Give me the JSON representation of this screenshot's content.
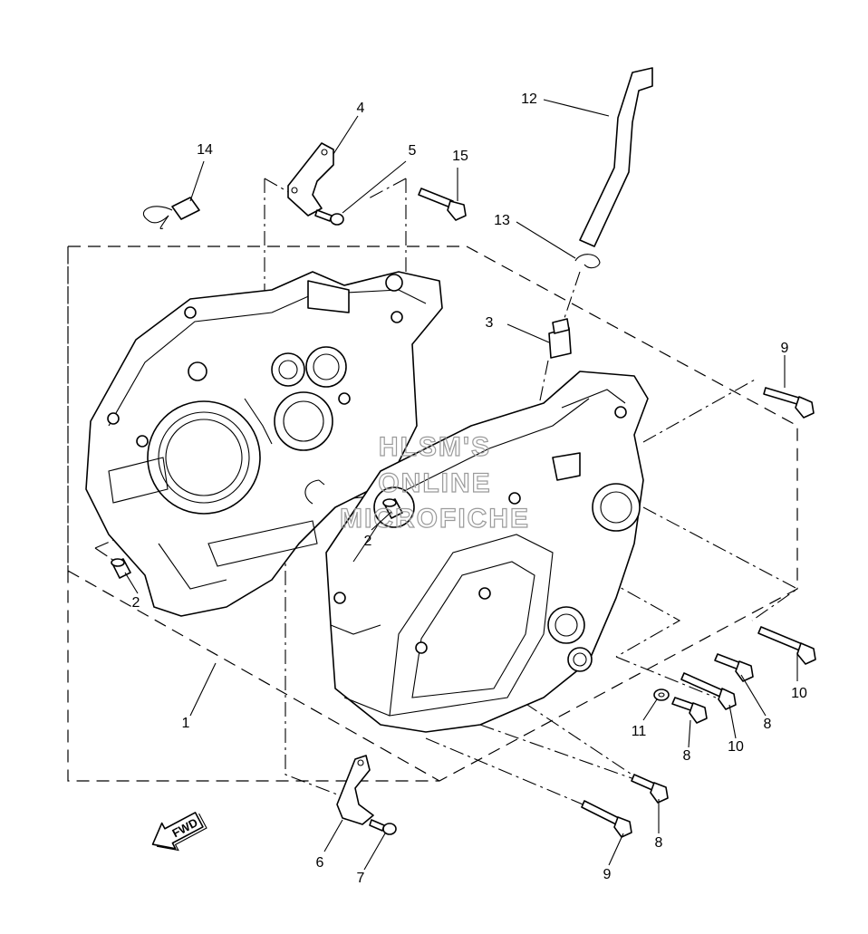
{
  "diagram": {
    "callouts": [
      {
        "id": "c1",
        "text": "1"
      },
      {
        "id": "c2a",
        "text": "2"
      },
      {
        "id": "c2b",
        "text": "2"
      },
      {
        "id": "c3",
        "text": "3"
      },
      {
        "id": "c4",
        "text": "4"
      },
      {
        "id": "c5",
        "text": "5"
      },
      {
        "id": "c6",
        "text": "6"
      },
      {
        "id": "c7",
        "text": "7"
      },
      {
        "id": "c8a",
        "text": "8"
      },
      {
        "id": "c8b",
        "text": "8"
      },
      {
        "id": "c8c",
        "text": "8"
      },
      {
        "id": "c9a",
        "text": "9"
      },
      {
        "id": "c9b",
        "text": "9"
      },
      {
        "id": "c10a",
        "text": "10"
      },
      {
        "id": "c10b",
        "text": "10"
      },
      {
        "id": "c11",
        "text": "11"
      },
      {
        "id": "c12",
        "text": "12"
      },
      {
        "id": "c13",
        "text": "13"
      },
      {
        "id": "c14",
        "text": "14"
      },
      {
        "id": "c15",
        "text": "15"
      }
    ],
    "watermark": [
      "HLSM'S",
      "ONLINE",
      "MICROFICHE"
    ],
    "fwd_label": "FWD"
  }
}
